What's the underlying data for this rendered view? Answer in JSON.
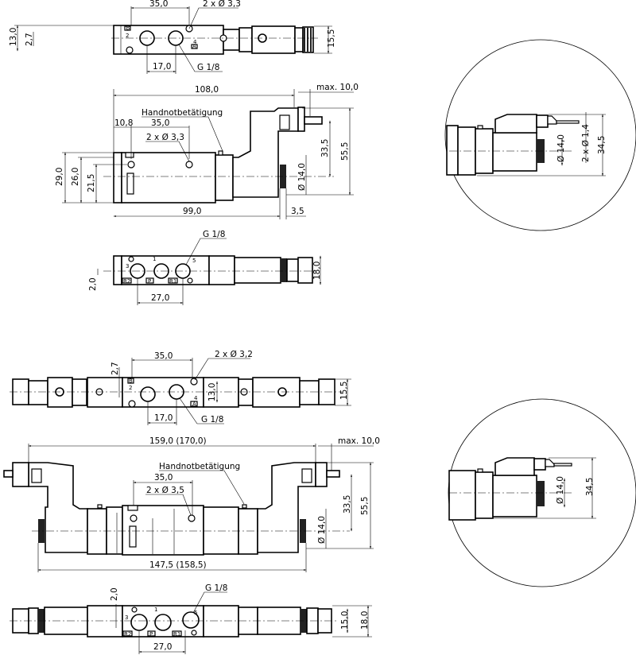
{
  "single_solenoid": {
    "top_view": {
      "d_35": "35,0",
      "holes": "2 x Ø 3,3",
      "d_13": "13,0",
      "d_2_7": "2,7",
      "d_15_5": "15,5",
      "d_17": "17,0",
      "thread": "G 1/8",
      "port_2": "2",
      "port_4": "4",
      "port_b": "B",
      "port_a": "A"
    },
    "side_view": {
      "d_108": "108,0",
      "max": "max. 10,0",
      "manual": "Handnotbetätigung",
      "d_10_8": "10,8",
      "d_35": "35,0",
      "holes": "2 x Ø 3,3",
      "d_29": "29,0",
      "d_26": "26,0",
      "d_21_5": "21,5",
      "d_33_5": "33,5",
      "d_55_5": "55,5",
      "d_14": "Ø 14,0",
      "d_99": "99,0",
      "d_3_5": "3,5"
    },
    "bottom_view": {
      "thread": "G 1/8",
      "d_2": "2,0",
      "d_18": "18,0",
      "d_27": "27,0",
      "port_1": "1",
      "port_3": "3",
      "port_5": "5",
      "port_r2": "R2",
      "port_p": "P",
      "port_r1": "R1"
    },
    "detail": {
      "d_14": "Ø 14,0",
      "pins": "2 x Ø 1,4",
      "d_34_5": "34,5"
    }
  },
  "double_solenoid": {
    "top_view": {
      "d_35": "35,0",
      "holes": "2 x Ø 3,2",
      "d_2_7": "2,7",
      "d_13": "13,0",
      "d_15_5": "15,5",
      "d_17": "17,0",
      "thread": "G 1/8",
      "port_2": "2",
      "port_4": "4",
      "port_b": "B",
      "port_a": "A"
    },
    "side_view": {
      "d_159": "159,0 (170,0)",
      "max": "max. 10,0",
      "manual": "Handnotbetätigung",
      "d_35": "35,0",
      "holes": "2 x Ø 3,5",
      "d_33_5": "33,5",
      "d_55_5": "55,5",
      "d_14": "Ø 14,0",
      "d_147_5": "147,5 (158,5)"
    },
    "bottom_view": {
      "thread": "G 1/8",
      "d_2": "2,0",
      "d_15": "15,0",
      "d_18": "18,0",
      "d_27": "27,0",
      "port_1": "1",
      "port_3": "3",
      "port_5": "5",
      "port_r2": "R2",
      "port_p": "P",
      "port_r1": "R1"
    },
    "detail": {
      "d_14": "Ø 14,0",
      "d_34_5": "34,5"
    }
  }
}
